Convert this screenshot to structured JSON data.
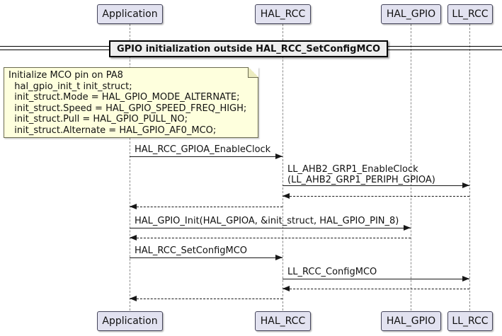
{
  "colors": {
    "participant_fill": "#E2E2F0",
    "participant_border": "#44445a",
    "note_fill": "#FEFFDD",
    "note_border": "#6b6b4f",
    "divider_fill": "#EEEEEE",
    "line_color": "#181818",
    "lifeline_color": "#8a8a8a"
  },
  "participants": [
    {
      "label": "Application"
    },
    {
      "label": "HAL_RCC"
    },
    {
      "label": "HAL_GPIO"
    },
    {
      "label": "LL_RCC"
    }
  ],
  "divider": {
    "label": "GPIO initialization outside HAL_RCC_SetConfigMCO"
  },
  "note": {
    "lines": [
      "Initialize MCO pin on PA8",
      "  hal_gpio_init_t init_struct;",
      "  init_struct.Mode = HAL_GPIO_MODE_ALTERNATE;",
      "  init_struct.Speed = HAL_GPIO_SPEED_FREQ_HIGH;",
      "  init_struct.Pull = HAL_GPIO_PULL_NO;",
      "  init_struct.Alternate = HAL_GPIO_AF0_MCO;"
    ]
  },
  "messages": [
    {
      "from": "Application",
      "to": "HAL_RCC",
      "line": "solid",
      "label": "HAL_RCC_GPIOA_EnableClock"
    },
    {
      "from": "HAL_RCC",
      "to": "LL_RCC",
      "line": "solid",
      "label": "LL_AHB2_GRP1_EnableClock\n(LL_AHB2_GRP1_PERIPH_GPIOA)"
    },
    {
      "from": "LL_RCC",
      "to": "HAL_RCC",
      "line": "dashed",
      "label": ""
    },
    {
      "from": "HAL_RCC",
      "to": "Application",
      "line": "dashed",
      "label": ""
    },
    {
      "from": "Application",
      "to": "HAL_GPIO",
      "line": "solid",
      "label": "HAL_GPIO_Init(HAL_GPIOA, &init_struct, HAL_GPIO_PIN_8)"
    },
    {
      "from": "HAL_GPIO",
      "to": "Application",
      "line": "dashed",
      "label": ""
    },
    {
      "from": "Application",
      "to": "HAL_RCC",
      "line": "solid",
      "label": "HAL_RCC_SetConfigMCO"
    },
    {
      "from": "HAL_RCC",
      "to": "LL_RCC",
      "line": "solid",
      "label": "LL_RCC_ConfigMCO"
    },
    {
      "from": "LL_RCC",
      "to": "HAL_RCC",
      "line": "dashed",
      "label": ""
    },
    {
      "from": "HAL_RCC",
      "to": "Application",
      "line": "dashed",
      "label": ""
    }
  ]
}
